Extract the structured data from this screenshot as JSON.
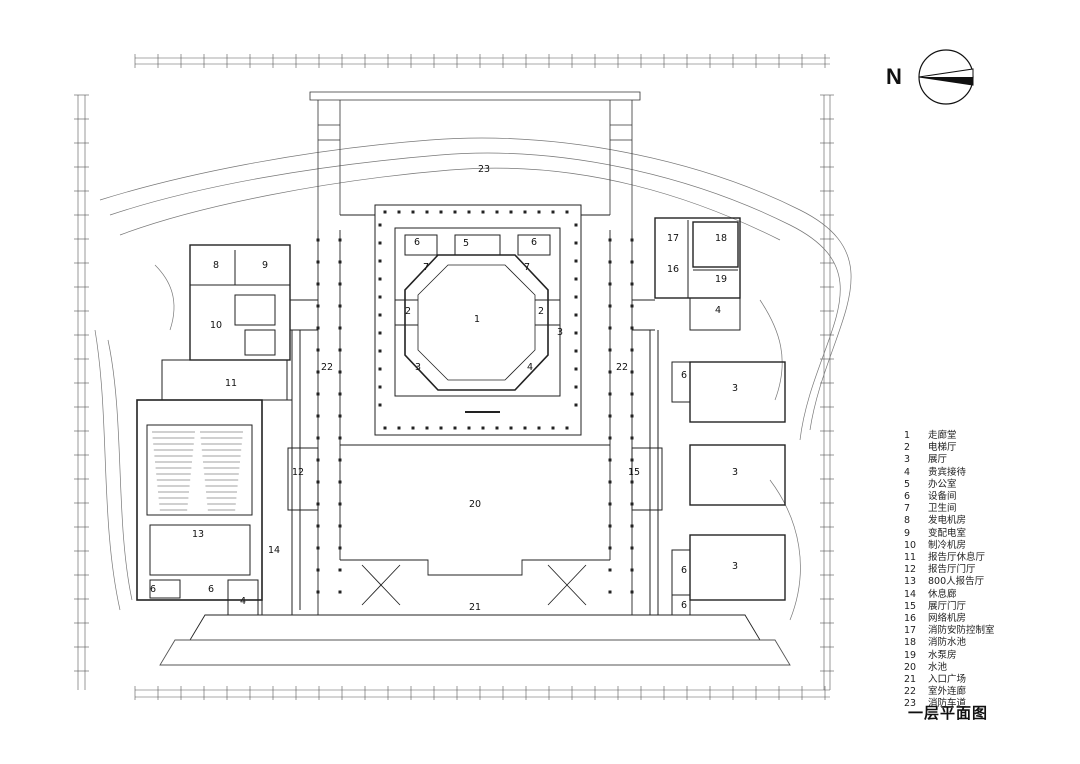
{
  "north_label": "N",
  "title": "一层平面图",
  "room_labels": [
    {
      "id": "r1",
      "text": "1"
    },
    {
      "id": "r2a",
      "text": "2"
    },
    {
      "id": "r2b",
      "text": "2"
    },
    {
      "id": "r3a",
      "text": "3"
    },
    {
      "id": "r3b",
      "text": "3"
    },
    {
      "id": "r3c",
      "text": "3"
    },
    {
      "id": "r3d",
      "text": "3"
    },
    {
      "id": "r3e",
      "text": "3"
    },
    {
      "id": "r4a",
      "text": "4"
    },
    {
      "id": "r4b",
      "text": "4"
    },
    {
      "id": "r4c",
      "text": "4"
    },
    {
      "id": "r5",
      "text": "5"
    },
    {
      "id": "r6a",
      "text": "6"
    },
    {
      "id": "r6b",
      "text": "6"
    },
    {
      "id": "r6c",
      "text": "6"
    },
    {
      "id": "r6d",
      "text": "6"
    },
    {
      "id": "r6e",
      "text": "6"
    },
    {
      "id": "r6f",
      "text": "6"
    },
    {
      "id": "r6g",
      "text": "6"
    },
    {
      "id": "r7a",
      "text": "7"
    },
    {
      "id": "r7b",
      "text": "7"
    },
    {
      "id": "r8",
      "text": "8"
    },
    {
      "id": "r9",
      "text": "9"
    },
    {
      "id": "r10",
      "text": "10"
    },
    {
      "id": "r11",
      "text": "11"
    },
    {
      "id": "r12",
      "text": "12"
    },
    {
      "id": "r13",
      "text": "13"
    },
    {
      "id": "r14",
      "text": "14"
    },
    {
      "id": "r15",
      "text": "15"
    },
    {
      "id": "r16",
      "text": "16"
    },
    {
      "id": "r17",
      "text": "17"
    },
    {
      "id": "r18",
      "text": "18"
    },
    {
      "id": "r19",
      "text": "19"
    },
    {
      "id": "r20",
      "text": "20"
    },
    {
      "id": "r21",
      "text": "21"
    },
    {
      "id": "r22a",
      "text": "22"
    },
    {
      "id": "r22b",
      "text": "22"
    },
    {
      "id": "r23",
      "text": "23"
    }
  ],
  "legend": [
    {
      "num": "1",
      "label": "走廊堂"
    },
    {
      "num": "2",
      "label": "电梯厅"
    },
    {
      "num": "3",
      "label": "展厅"
    },
    {
      "num": "4",
      "label": "贵宾接待"
    },
    {
      "num": "5",
      "label": "办公室"
    },
    {
      "num": "6",
      "label": "设备间"
    },
    {
      "num": "7",
      "label": "卫生间"
    },
    {
      "num": "8",
      "label": "发电机房"
    },
    {
      "num": "9",
      "label": "变配电室"
    },
    {
      "num": "10",
      "label": "制冷机房"
    },
    {
      "num": "11",
      "label": "报告厅休息厅"
    },
    {
      "num": "12",
      "label": "报告厅门厅"
    },
    {
      "num": "13",
      "label": "800人报告厅"
    },
    {
      "num": "14",
      "label": "休息廊"
    },
    {
      "num": "15",
      "label": "展厅门厅"
    },
    {
      "num": "16",
      "label": "网络机房"
    },
    {
      "num": "17",
      "label": "消防安防控制室"
    },
    {
      "num": "18",
      "label": "消防水池"
    },
    {
      "num": "19",
      "label": "水泵房"
    },
    {
      "num": "20",
      "label": "水池"
    },
    {
      "num": "21",
      "label": "入口广场"
    },
    {
      "num": "22",
      "label": "室外连廊"
    },
    {
      "num": "23",
      "label": "消防车道"
    }
  ]
}
